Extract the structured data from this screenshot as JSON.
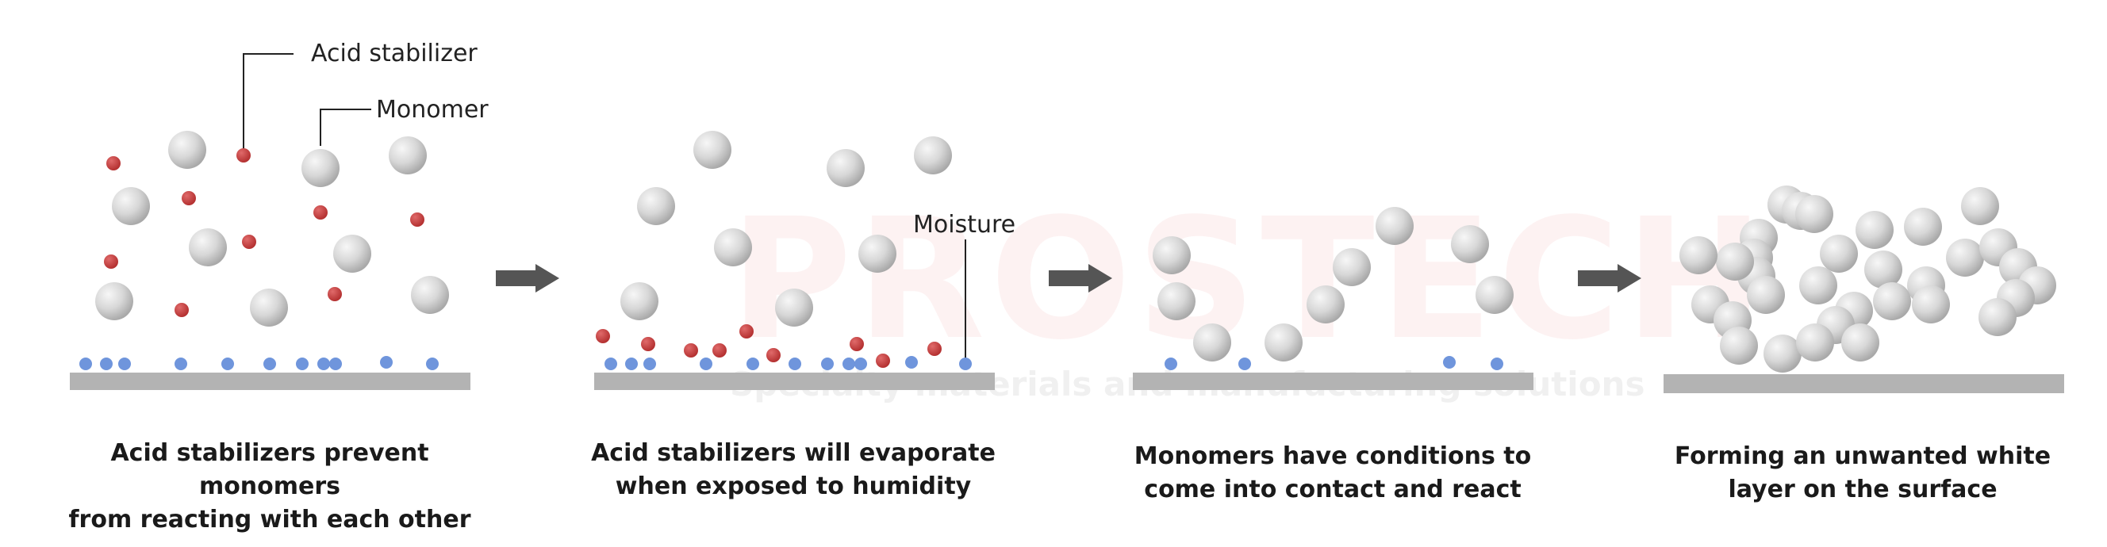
{
  "watermark": {
    "brand": "PROSTECH",
    "tagline": "Specialty materials and manufacturing solutions"
  },
  "labels": {
    "acid_stabilizer": "Acid stabilizer",
    "monomer": "Monomer",
    "moisture": "Moisture"
  },
  "captions": [
    {
      "line1": "Acid stabilizers prevent monomers",
      "line2": "from reacting with each other"
    },
    {
      "line1": "Acid stabilizers will evaporate",
      "line2": "when exposed to humidity"
    },
    {
      "line1": "Monomers have conditions to",
      "line2": "come into contact and react"
    },
    {
      "line1": "Forming an unwanted white",
      "line2": "layer on the surface"
    }
  ],
  "colors": {
    "acid_stabilizer": "#c63b3b",
    "moisture": "#6f95dc",
    "monomer": "#d8d8d8",
    "surface": "#b3b3b3",
    "arrow": "#555555",
    "watermark": "#e23b3b"
  }
}
